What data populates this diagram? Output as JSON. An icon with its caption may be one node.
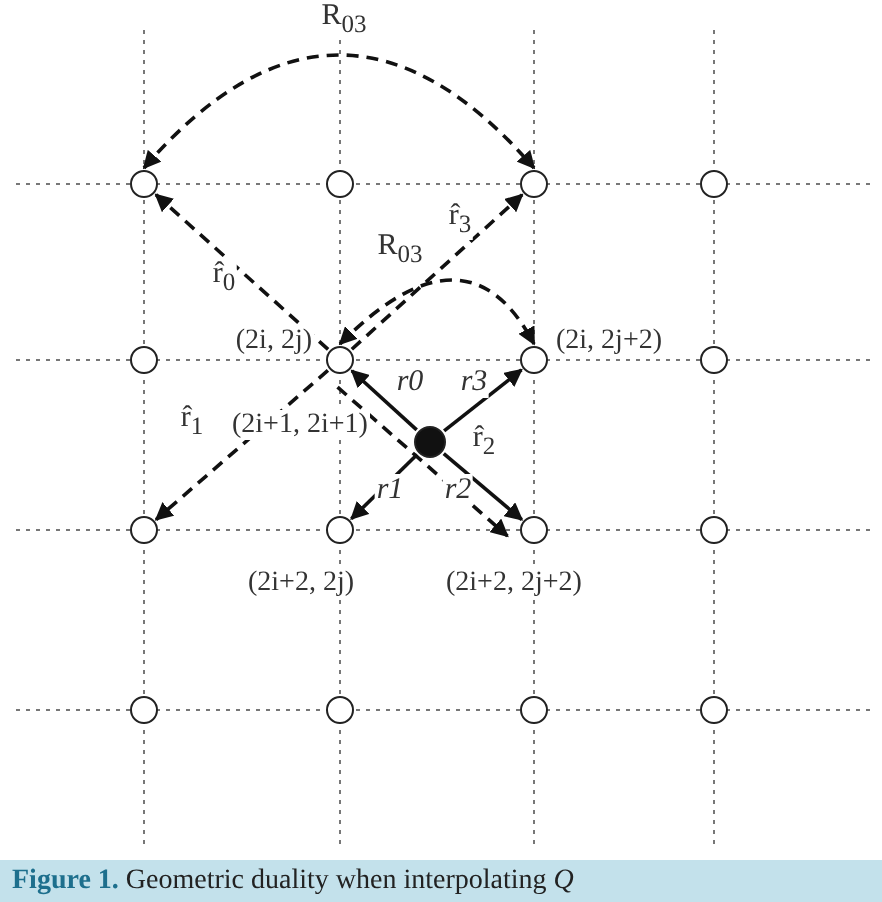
{
  "diagram": {
    "caption": "**Figure 1.** Geometric duality when interpolating *Q*",
    "nodes": [
      {
        "text": [],
        "shape": "circle"
      },
      {
        "text": [],
        "shape": "circle"
      },
      {
        "text": [],
        "shape": "circle"
      },
      {
        "text": [],
        "shape": "circle"
      },
      {
        "text": [],
        "shape": "circle"
      },
      {
        "text": [],
        "shape": "circle",
        "beside": [
          "(2i, 2j)"
        ]
      },
      {
        "text": [],
        "shape": "circle",
        "beside": [
          "(2i, 2j+2)"
        ]
      },
      {
        "text": [],
        "shape": "circle"
      },
      {
        "text": [],
        "shape": "circle"
      },
      {
        "text": [],
        "shape": "circle",
        "beside": [
          "(2i+2, 2j)"
        ]
      },
      {
        "text": [],
        "shape": "circle",
        "beside": [
          "(2i+2, 2j+2)"
        ]
      },
      {
        "text": [],
        "shape": "circle"
      },
      {
        "text": [],
        "shape": "circle"
      },
      {
        "text": [],
        "shape": "circle"
      },
      {
        "text": [],
        "shape": "circle"
      },
      {
        "text": [],
        "shape": "circle"
      },
      {
        "text": [],
        "shape": "circle",
        "beside": [
          "(2i+1, 2i+1)"
        ]
      }
    ],
    "edges": [
      {
        "from": 0,
        "to": 2,
        "arrow": "both",
        "label": "R$_{03}$",
        "style": "dashed"
      },
      {
        "from": 5,
        "to": 0,
        "arrow": "to",
        "label": "r̂$_{0}$",
        "style": "dashed"
      },
      {
        "from": 5,
        "to": 2,
        "arrow": "to",
        "label": "r̂$_{3}$",
        "style": "dashed"
      },
      {
        "from": 5,
        "to": 6,
        "arrow": "both",
        "label": "R$_{03}$",
        "style": "dashed"
      },
      {
        "from": 5,
        "to": 8,
        "arrow": "to",
        "label": "r̂$_{1}$",
        "style": "dashed"
      },
      {
        "from": 5,
        "to": 10,
        "arrow": "to",
        "label": "r̂$_{2}$",
        "style": "dashed"
      },
      {
        "from": 16,
        "to": 5,
        "arrow": "to",
        "label": "r0"
      },
      {
        "from": 16,
        "to": 6,
        "arrow": "to",
        "label": "r3"
      },
      {
        "from": 16,
        "to": 9,
        "arrow": "to",
        "label": "r1"
      },
      {
        "from": 16,
        "to": 10,
        "arrow": "to",
        "label": "r2"
      }
    ]
  }
}
